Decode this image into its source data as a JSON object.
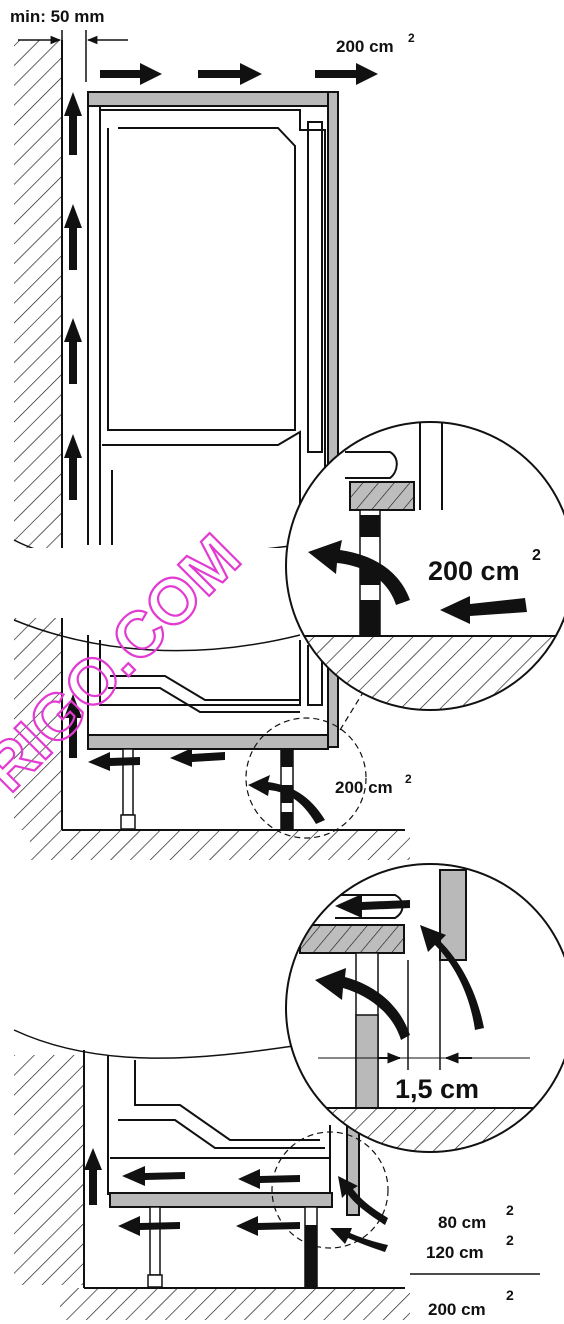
{
  "top_diagram": {
    "min_gap_label": "min: 50 mm",
    "top_vent_area": "200 cm",
    "top_vent_sup": "2",
    "zoom_area": "200 cm",
    "zoom_sup": "2",
    "bottom_area": "200 cm",
    "bottom_sup": "2"
  },
  "bottom_diagram": {
    "gap_label": "1,5 cm",
    "area_1": "80 cm",
    "area_1_sup": "2",
    "area_2": "120 cm",
    "area_2_sup": "2",
    "total_area": "200 cm",
    "total_sup": "2"
  },
  "watermark": "RIGO.COM",
  "colors": {
    "line": "#111111",
    "panel_gray": "#b9b9b9",
    "watermark": "#e23bd1"
  }
}
